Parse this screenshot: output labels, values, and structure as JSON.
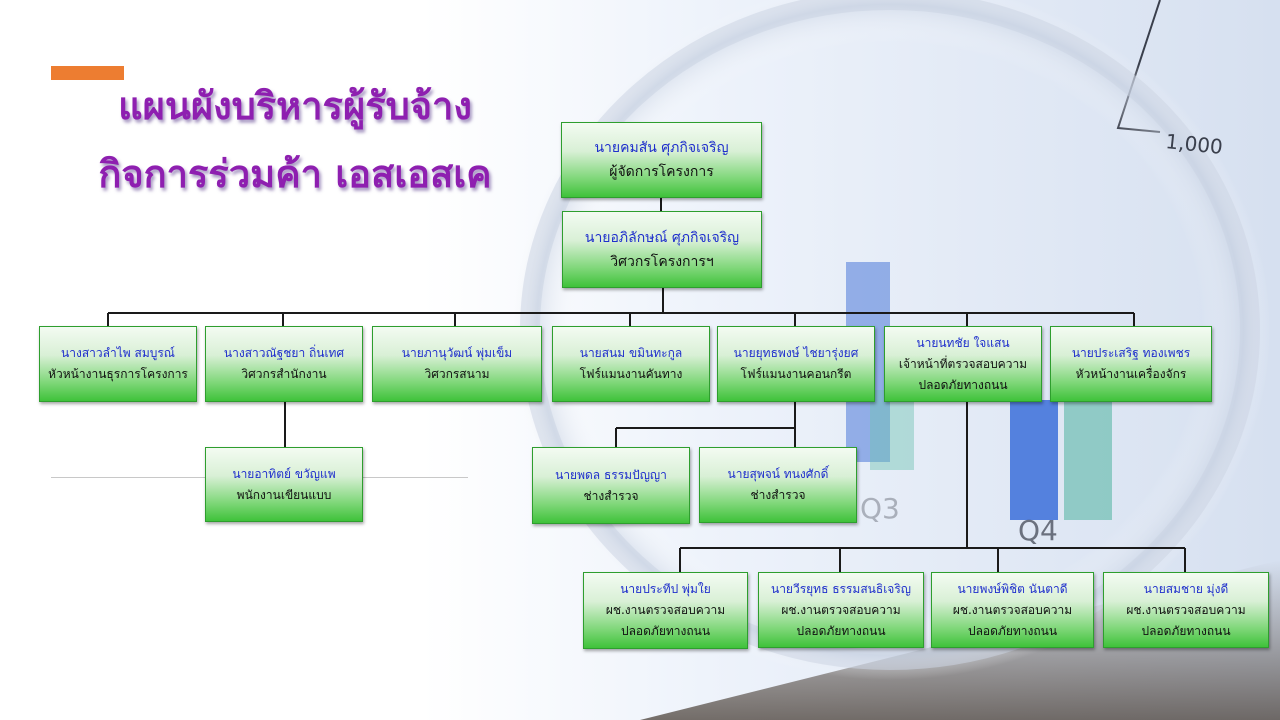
{
  "title": {
    "line1": "แผนผังบริหารผู้รับจ้าง",
    "line2": "กิจการร่วมค้า เอสเอสเค"
  },
  "background": {
    "axis_label": "1,000",
    "quarter_label": "Q4",
    "quarter_label_partial": "Q3"
  },
  "colors": {
    "accent": "#ED7D31",
    "title": "#8E1FB0",
    "box_green": "#3FC23A",
    "name_blue": "#1F2FCC"
  },
  "nodes": {
    "pm": {
      "name": "นายคมสัน  ศุภกิจเจริญ",
      "role": "ผู้จัดการโครงการ"
    },
    "eng": {
      "name": "นายอภิลักษณ์ ศุภกิจเจริญ",
      "role": "วิศวกรโครงการฯ"
    },
    "admin": {
      "name": "นางสาวลำไพ  สมบูรณ์",
      "role": "หัวหน้างานธุรการโครงการ"
    },
    "office_eng": {
      "name": "นางสาวณัฐชยา  ถิ่นเทศ",
      "role": "วิศวกรสำนักงาน"
    },
    "field_eng": {
      "name": "นายภานุวัฒน์  พุ่มเข็ม",
      "role": "วิศวกรสนาม"
    },
    "road_fm": {
      "name": "นายสนม  ขมินทะกูล",
      "role": "โฟร์แมนงานคันทาง"
    },
    "conc_fm": {
      "name": "นายยุทธพงษ์  ไชยารุ่งยศ",
      "role": "โฟร์แมนงานคอนกรีต"
    },
    "safety": {
      "name": "นายนทชัย  ใจแสน",
      "role1": "เจ้าหน้าที่ตรวจสอบความ",
      "role2": "ปลอดภัยทางถนน"
    },
    "machine": {
      "name": "นายประเสริฐ  ทองเพชร",
      "role": "หัวหน้างานเครื่องจักร"
    },
    "draftsman": {
      "name": "นายอาทิตย์  ขวัญแพ",
      "role": "พนักงานเขียนแบบ"
    },
    "surv1": {
      "name": "นายพดล  ธรรมปัญญา",
      "role": "ช่างสำรวจ"
    },
    "surv2": {
      "name": "นายสุพจน์  ทนงศักดิ์",
      "role": "ช่างสำรวจ"
    },
    "asst1": {
      "name": "นายประทีป  พุ่มใย",
      "role1": "ผช.งานตรวจสอบความ",
      "role2": "ปลอดภัยทางถนน"
    },
    "asst2": {
      "name": "นายวีรยุทธ  ธรรมสนธิเจริญ",
      "role1": "ผช.งานตรวจสอบความ",
      "role2": "ปลอดภัยทางถนน"
    },
    "asst3": {
      "name": "นายพงษ์พิชิต  นันตาดี",
      "role1": "ผช.งานตรวจสอบความ",
      "role2": "ปลอดภัยทางถนน"
    },
    "asst4": {
      "name": "นายสมชาย  มุ่งดี",
      "role1": "ผช.งานตรวจสอบความ",
      "role2": "ปลอดภัยทางถนน"
    }
  }
}
